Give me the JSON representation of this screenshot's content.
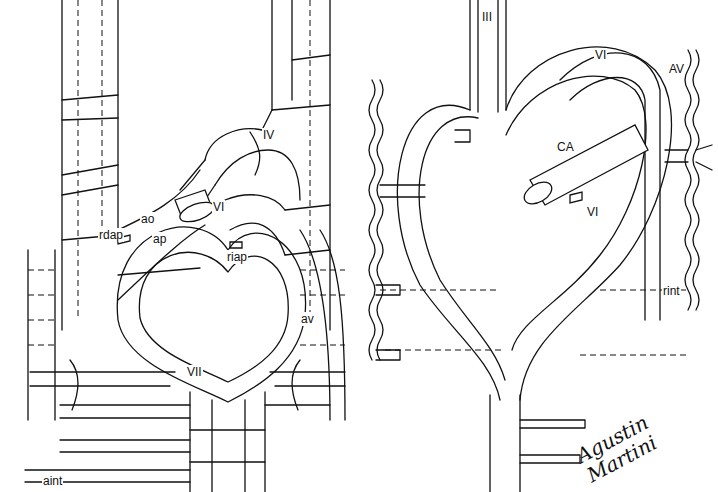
{
  "diagram": {
    "labels": [
      "rdap",
      "ao",
      "ap",
      "VI",
      "riap",
      "IV",
      "av",
      "VII",
      "aint",
      "III",
      "VI",
      "AV",
      "CA",
      "VI",
      "rint",
      "Agustin Martini"
    ]
  }
}
